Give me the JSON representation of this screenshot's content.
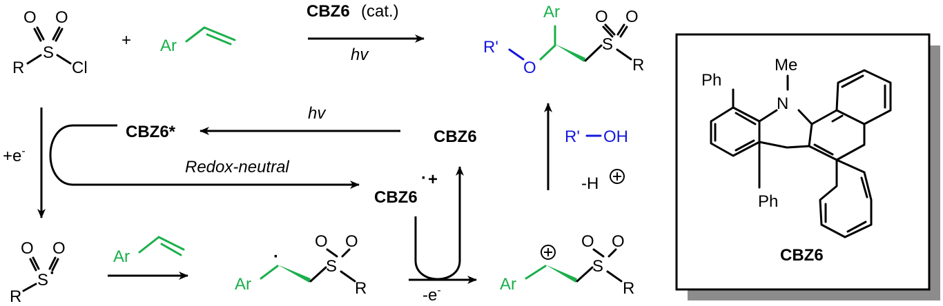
{
  "colors": {
    "green": "#1aaf4b",
    "blue": "#1418dc",
    "black": "#000000",
    "box_shadow": "#8c8c8c"
  },
  "atoms": {
    "S": "S",
    "O": "O",
    "R": "R",
    "Cl": "Cl",
    "Ar": "Ar",
    "R_prime": "R'",
    "N": "N",
    "Me": "Me",
    "Ph": "Ph",
    "OH": "OH"
  },
  "reaction": {
    "plus": "+",
    "catalyst": "CBZ6",
    "catalyst_note": "(cat.)",
    "light": "hv"
  },
  "cycle": {
    "excited": "CBZ6*",
    "ground": "CBZ6",
    "radical_cation": "CBZ6",
    "radical_cation_charge": "+",
    "radical_dot": "·",
    "light": "hv",
    "redox_label": "Redox-neutral",
    "electron_gain": "+e",
    "electron_loss": "-e",
    "electron_sup": "-",
    "proton_loss": "-H",
    "alcohol_R": "R'",
    "alcohol_OH": "OH",
    "radical_dot_label": "·",
    "cation_plus": "+"
  },
  "catalyst_box": {
    "name": "CBZ6"
  }
}
